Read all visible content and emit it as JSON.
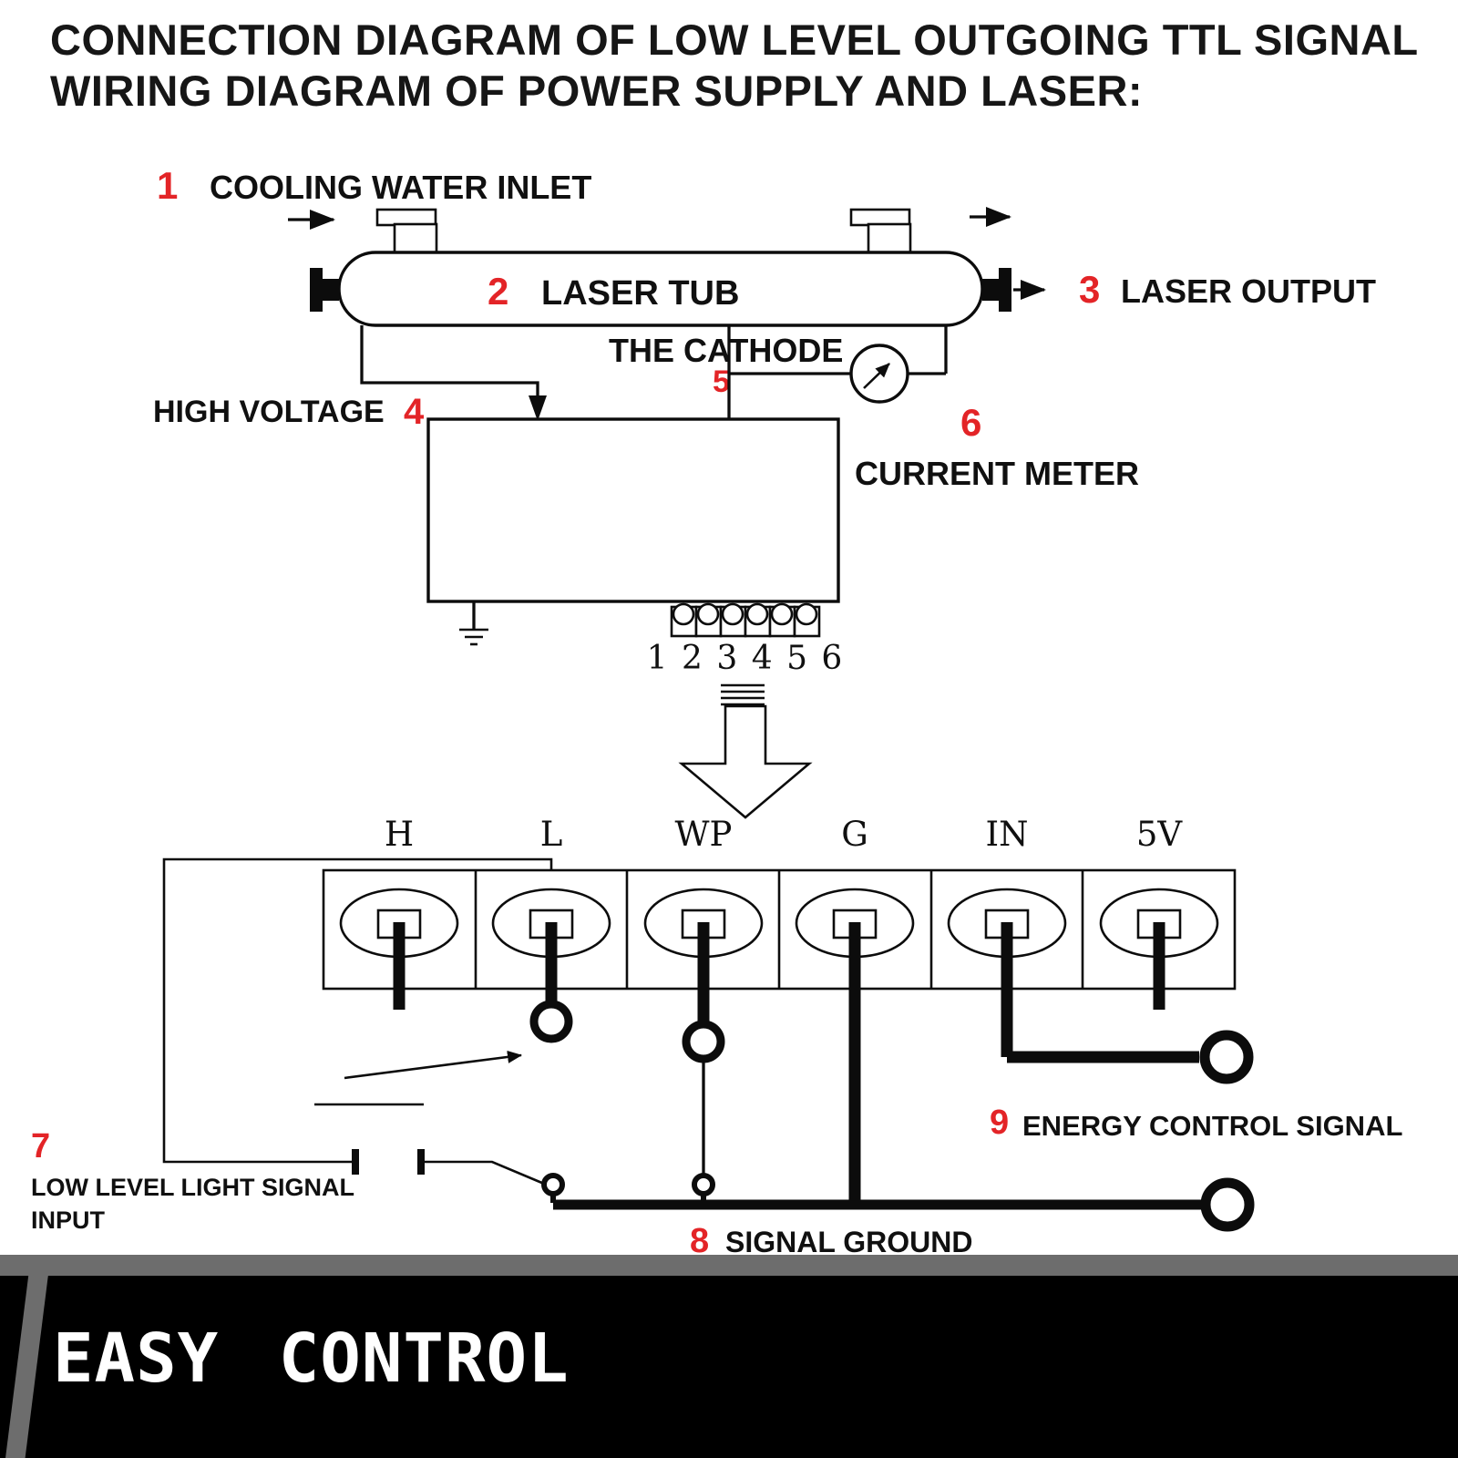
{
  "title": {
    "line1": "CONNECTION DIAGRAM OF LOW LEVEL OUTGOING TTL SIGNAL",
    "line2": "WIRING DIAGRAM OF POWER SUPPLY AND LASER:"
  },
  "callouts": {
    "cooling_water_inlet": {
      "num": "1",
      "label": "COOLING WATER INLET"
    },
    "laser_tube": {
      "num": "2",
      "label": "LASER TUB"
    },
    "laser_output": {
      "num": "3",
      "label": "LASER OUTPUT"
    },
    "high_voltage": {
      "num": "4",
      "label": "HIGH VOLTAGE"
    },
    "cathode": {
      "num": "5",
      "label": "THE CATHODE"
    },
    "current_meter": {
      "num": "6",
      "label": "CURRENT METER"
    },
    "low_level_input": {
      "num": "7",
      "label_line1": "LOW LEVEL LIGHT SIGNAL",
      "label_line2": "INPUT"
    },
    "signal_ground": {
      "num": "8",
      "label": "SIGNAL GROUND"
    },
    "energy_control": {
      "num": "9",
      "label": "ENERGY CONTROL SIGNAL"
    }
  },
  "power_supply": {
    "terminal_numbers": "1 2 3 4 5 6"
  },
  "terminal_strip": {
    "labels": [
      "H",
      "L",
      "WP",
      "G",
      "IN",
      "5V"
    ]
  },
  "banner": {
    "text": "EASY CONTROL"
  },
  "colors": {
    "accent_red": "#e32427",
    "diagram_black": "#0c0c0c",
    "banner_black": "#000000",
    "banner_gray": "#6d6d6d"
  }
}
